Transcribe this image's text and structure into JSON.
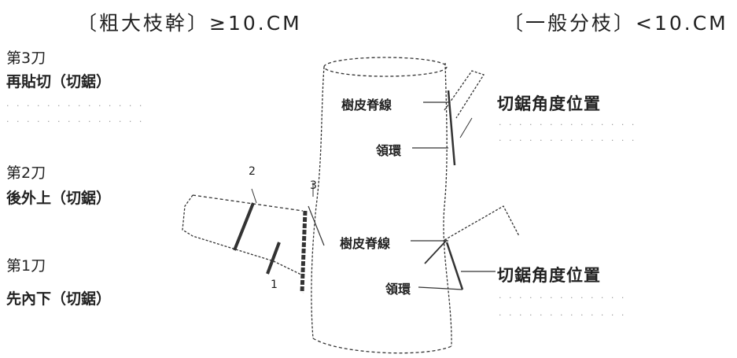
{
  "header_left": "〔粗大枝幹〕≥10.CM",
  "header_right": "〔一般分枝〕<10.CM",
  "cut3": {
    "title": "第3刀",
    "sub": "再貼切（切鋸）"
  },
  "cut2": {
    "title": "第2刀",
    "sub": "後外上（切鋸）"
  },
  "cut1": {
    "title": "第1刀",
    "sub": "先內下（切鋸）"
  },
  "marks": {
    "two": "2",
    "three": "3",
    "one": "1"
  },
  "labels": {
    "bark_ridge_top": "樹皮脊線",
    "collar_top": "領環",
    "bark_ridge_bottom": "樹皮脊線",
    "collar_bottom": "領環",
    "angle_top": "切鋸角度位置",
    "angle_bottom": "切鋸角度位置"
  }
}
